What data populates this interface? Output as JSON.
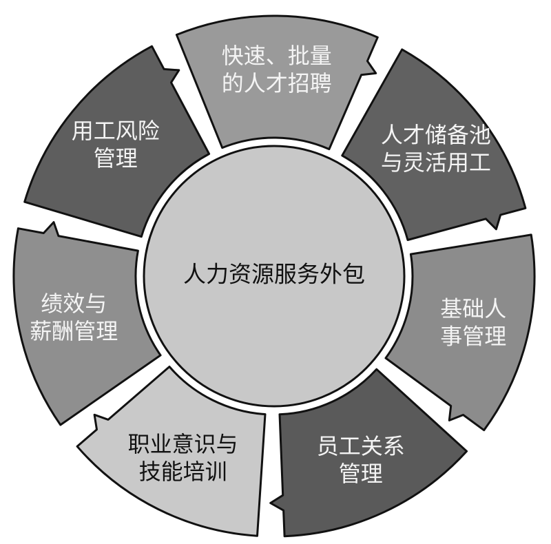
{
  "center": {
    "label": "人力资源服务外包"
  },
  "segments": [
    {
      "id": "recruit",
      "lines": [
        "快速、批量",
        "的人才招聘"
      ],
      "fill": "#9a9a9a",
      "text": "light"
    },
    {
      "id": "pool",
      "lines": [
        "人才储备池",
        "与灵活用工"
      ],
      "fill": "#616161",
      "text": "light"
    },
    {
      "id": "basic",
      "lines": [
        "基础人",
        "事管理"
      ],
      "fill": "#8c8c8c",
      "text": "light"
    },
    {
      "id": "relation",
      "lines": [
        "员工关系",
        "管理"
      ],
      "fill": "#5a5a5a",
      "text": "light"
    },
    {
      "id": "training",
      "lines": [
        "职业意识与",
        "技能培训"
      ],
      "fill": "#c9c9c9",
      "text": "dark"
    },
    {
      "id": "perf",
      "lines": [
        "绩效与",
        "薪酬管理"
      ],
      "fill": "#8f8f8f",
      "text": "light"
    },
    {
      "id": "risk",
      "lines": [
        "用工风险",
        "管理"
      ],
      "fill": "#5e5e5e",
      "text": "light"
    }
  ],
  "colors": {
    "hub_fill": "#c8c8c8",
    "stroke": "#111111"
  }
}
